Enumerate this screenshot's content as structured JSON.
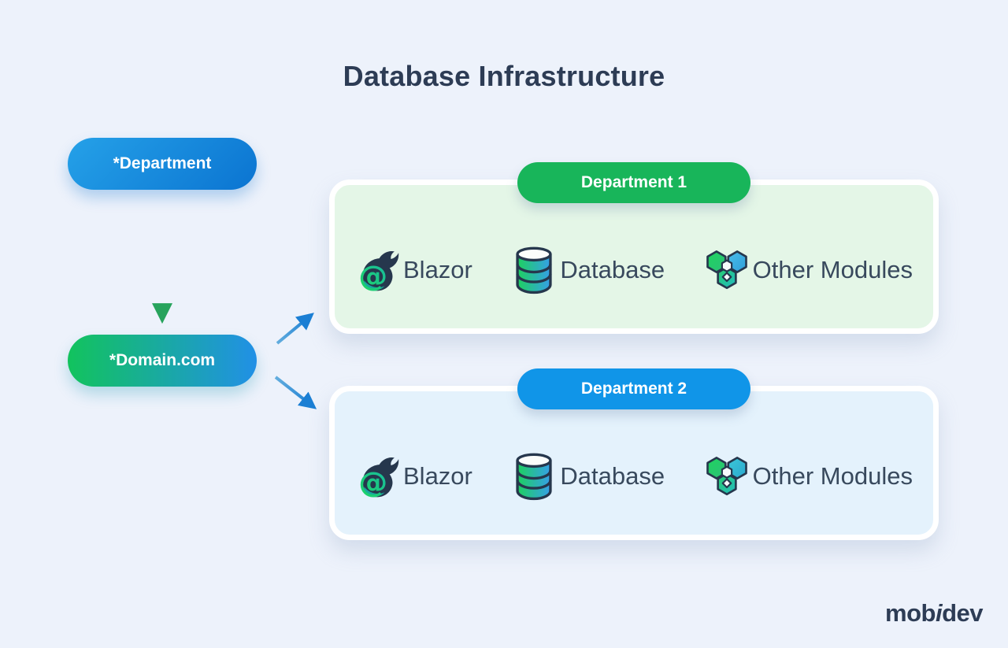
{
  "title": "Database Infrastructure",
  "flow": {
    "department_node": "*Department",
    "domain_node": "*Domain.com"
  },
  "departments": [
    {
      "name": "Department 1",
      "accent_color": "#18b55a",
      "panel_color": "#e4f6e7",
      "modules": [
        {
          "icon": "blazor-icon",
          "label": "Blazor"
        },
        {
          "icon": "database-icon",
          "label": "Database"
        },
        {
          "icon": "modules-icon",
          "label": "Other Modules"
        }
      ]
    },
    {
      "name": "Department 2",
      "accent_color": "#1095e8",
      "panel_color": "#e4f2fc",
      "modules": [
        {
          "icon": "blazor-icon",
          "label": "Blazor"
        },
        {
          "icon": "database-icon",
          "label": "Database"
        },
        {
          "icon": "modules-icon",
          "label": "Other Modules"
        }
      ]
    }
  ],
  "colors": {
    "background": "#edf2fb",
    "title_text": "#2d3c55",
    "module_text": "#38495d",
    "department_pill_gradient": [
      "#25a1e8",
      "#0b74d1"
    ],
    "domain_pill_gradient": [
      "#12c35d",
      "#2190e6"
    ],
    "green_arrow": "#27a35c",
    "blue_arrow": "#1b7fd4"
  },
  "logo": {
    "prefix": "mob",
    "accent_letter": "i",
    "suffix": "dev"
  }
}
